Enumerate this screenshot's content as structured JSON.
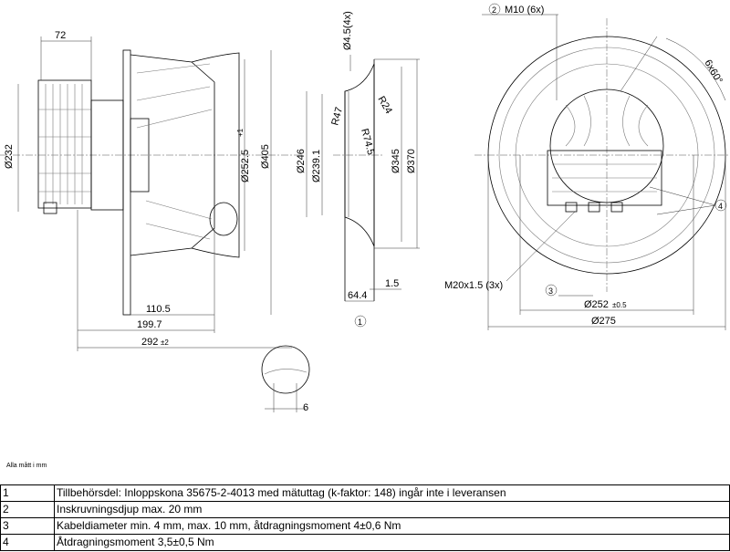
{
  "side_view": {
    "dim_72": "72",
    "dim_d232": "Ø232",
    "dim_d252_5": "Ø252.5",
    "dim_d252_5_tol": "+1",
    "dim_d405": "Ø405",
    "dim_110_5": "110.5",
    "dim_199_7": "199.7",
    "dim_292": "292",
    "dim_292_tol": "±2",
    "detail_dim_6": "6"
  },
  "inlet_cone": {
    "dim_d4_5": "Ø4.5(4x)",
    "dim_r47": "R47",
    "dim_r74_5": "R74.5",
    "dim_r24": "R24",
    "dim_d246": "Ø246",
    "dim_d239_1": "Ø239.1",
    "dim_d345": "Ø345",
    "dim_d370": "Ø370",
    "dim_64_4": "64.4",
    "dim_1_5": "1.5",
    "callout": "1"
  },
  "front_view": {
    "callout_2": "2",
    "m10": "M10 (6x)",
    "angle": "6x60°",
    "callout_4": "4",
    "m20": "M20x1.5 (3x)",
    "callout_3": "3",
    "dim_d252": "Ø252",
    "dim_d252_tol": "±0.5",
    "dim_d275": "Ø275"
  },
  "note": "Alla mått i mm",
  "legend": [
    {
      "num": "1",
      "text": "Tillbehörsdel: Inloppskona 35675-2-4013 med mätuttag (k-faktor: 148) ingår inte i leveransen"
    },
    {
      "num": "2",
      "text": "Inskruvningsdjup max. 20 mm"
    },
    {
      "num": "3",
      "text": "Kabeldiameter min. 4 mm, max. 10 mm, åtdragningsmoment 4±0,6 Nm"
    },
    {
      "num": "4",
      "text": "Åtdragningsmoment 3,5±0,5 Nm"
    }
  ]
}
